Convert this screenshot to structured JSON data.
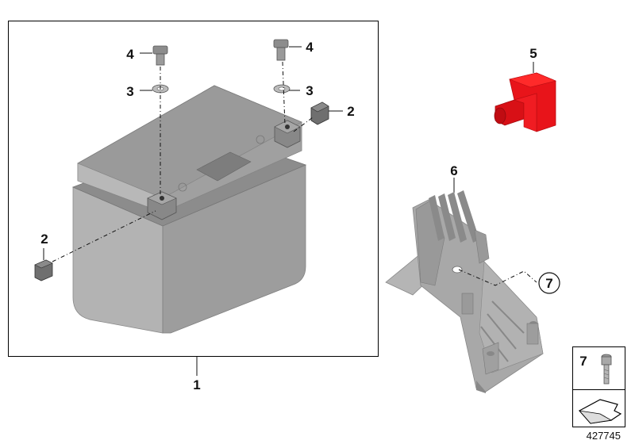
{
  "diagram": {
    "drawing_number": "427745",
    "labels": {
      "battery": "1",
      "nut_left": "2",
      "nut_right": "2",
      "washer_left": "3",
      "washer_right": "3",
      "bolt_left": "4",
      "bolt_right": "4",
      "terminal_cover": "5",
      "holder": "6",
      "circled_ref": "7",
      "legend_item": "7"
    },
    "colors": {
      "battery_body": "#a9a9a9",
      "battery_top": "#8f8f8f",
      "terminal_cover": "#e8141a",
      "holder": "#a3a3a3",
      "frame": "#000000"
    }
  }
}
